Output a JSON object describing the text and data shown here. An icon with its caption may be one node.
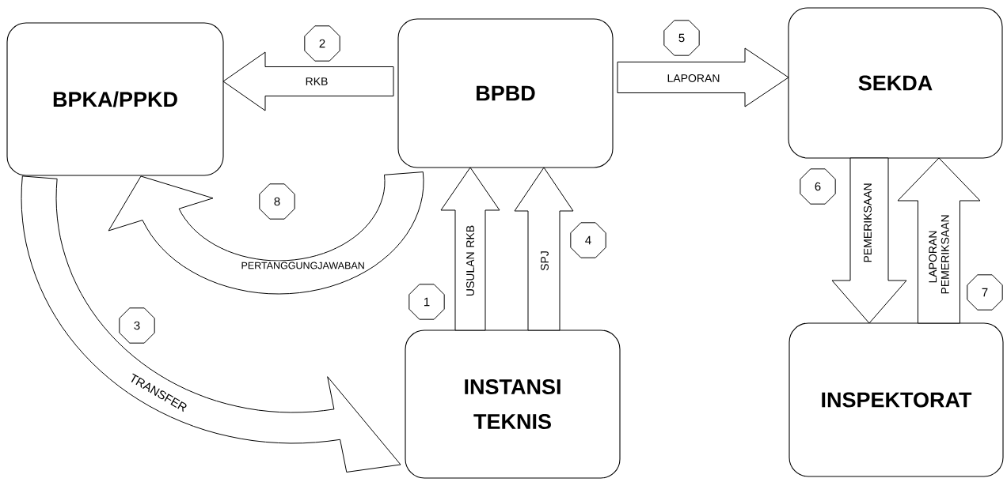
{
  "diagram": {
    "nodes": [
      {
        "text": [
          "BPKA/PPKD"
        ]
      },
      {
        "text": [
          "BPBD"
        ]
      },
      {
        "text": [
          "SEKDA"
        ]
      },
      {
        "text": [
          "INSTANSI TEKNIS"
        ]
      },
      {
        "text": [
          "INSPEKTORAT"
        ]
      }
    ],
    "edges": [
      {
        "from": 1,
        "to": 0,
        "arrow": "to",
        "label": "RKB"
      },
      {
        "from": 1,
        "to": 2,
        "arrow": "to",
        "label": "LAPORAN"
      },
      {
        "from": 3,
        "to": 1,
        "arrow": "to",
        "label": "USULAN RKB"
      },
      {
        "from": 3,
        "to": 1,
        "arrow": "to",
        "label": "SPJ"
      },
      {
        "from": 2,
        "to": 4,
        "arrow": "to",
        "label": "PEMERIKSAAN"
      },
      {
        "from": 4,
        "to": 2,
        "arrow": "to",
        "label": "LAPORAN PEMERIKSAAN"
      },
      {
        "from": 1,
        "to": 0,
        "arrow": "to",
        "label": "PERTANGGUNGJAWABAN"
      },
      {
        "from": 0,
        "to": 3,
        "arrow": "to",
        "label": "TRANSFER"
      }
    ],
    "labels": [
      "2",
      "5",
      "8",
      "4",
      "6",
      "1",
      "3",
      "7"
    ]
  }
}
